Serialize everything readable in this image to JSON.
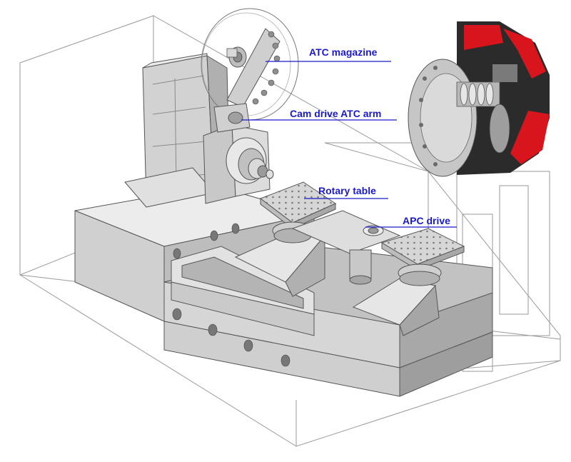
{
  "colors": {
    "label": "#1a1acc",
    "leader": "#1a1acc",
    "casting_light": "#e4e4e4",
    "casting_mid": "#c4c4c4",
    "casting_dark": "#9a9a9a",
    "edge": "#555555",
    "enclosure": "#999999",
    "accent_red": "#d8141c",
    "dark_part": "#2a2a2a"
  },
  "callouts": {
    "atc_magazine": "ATC magazine",
    "cam_drive": "Cam drive ATC arm",
    "rotary_table": "Rotary table",
    "apc_drive": "APC drive"
  }
}
